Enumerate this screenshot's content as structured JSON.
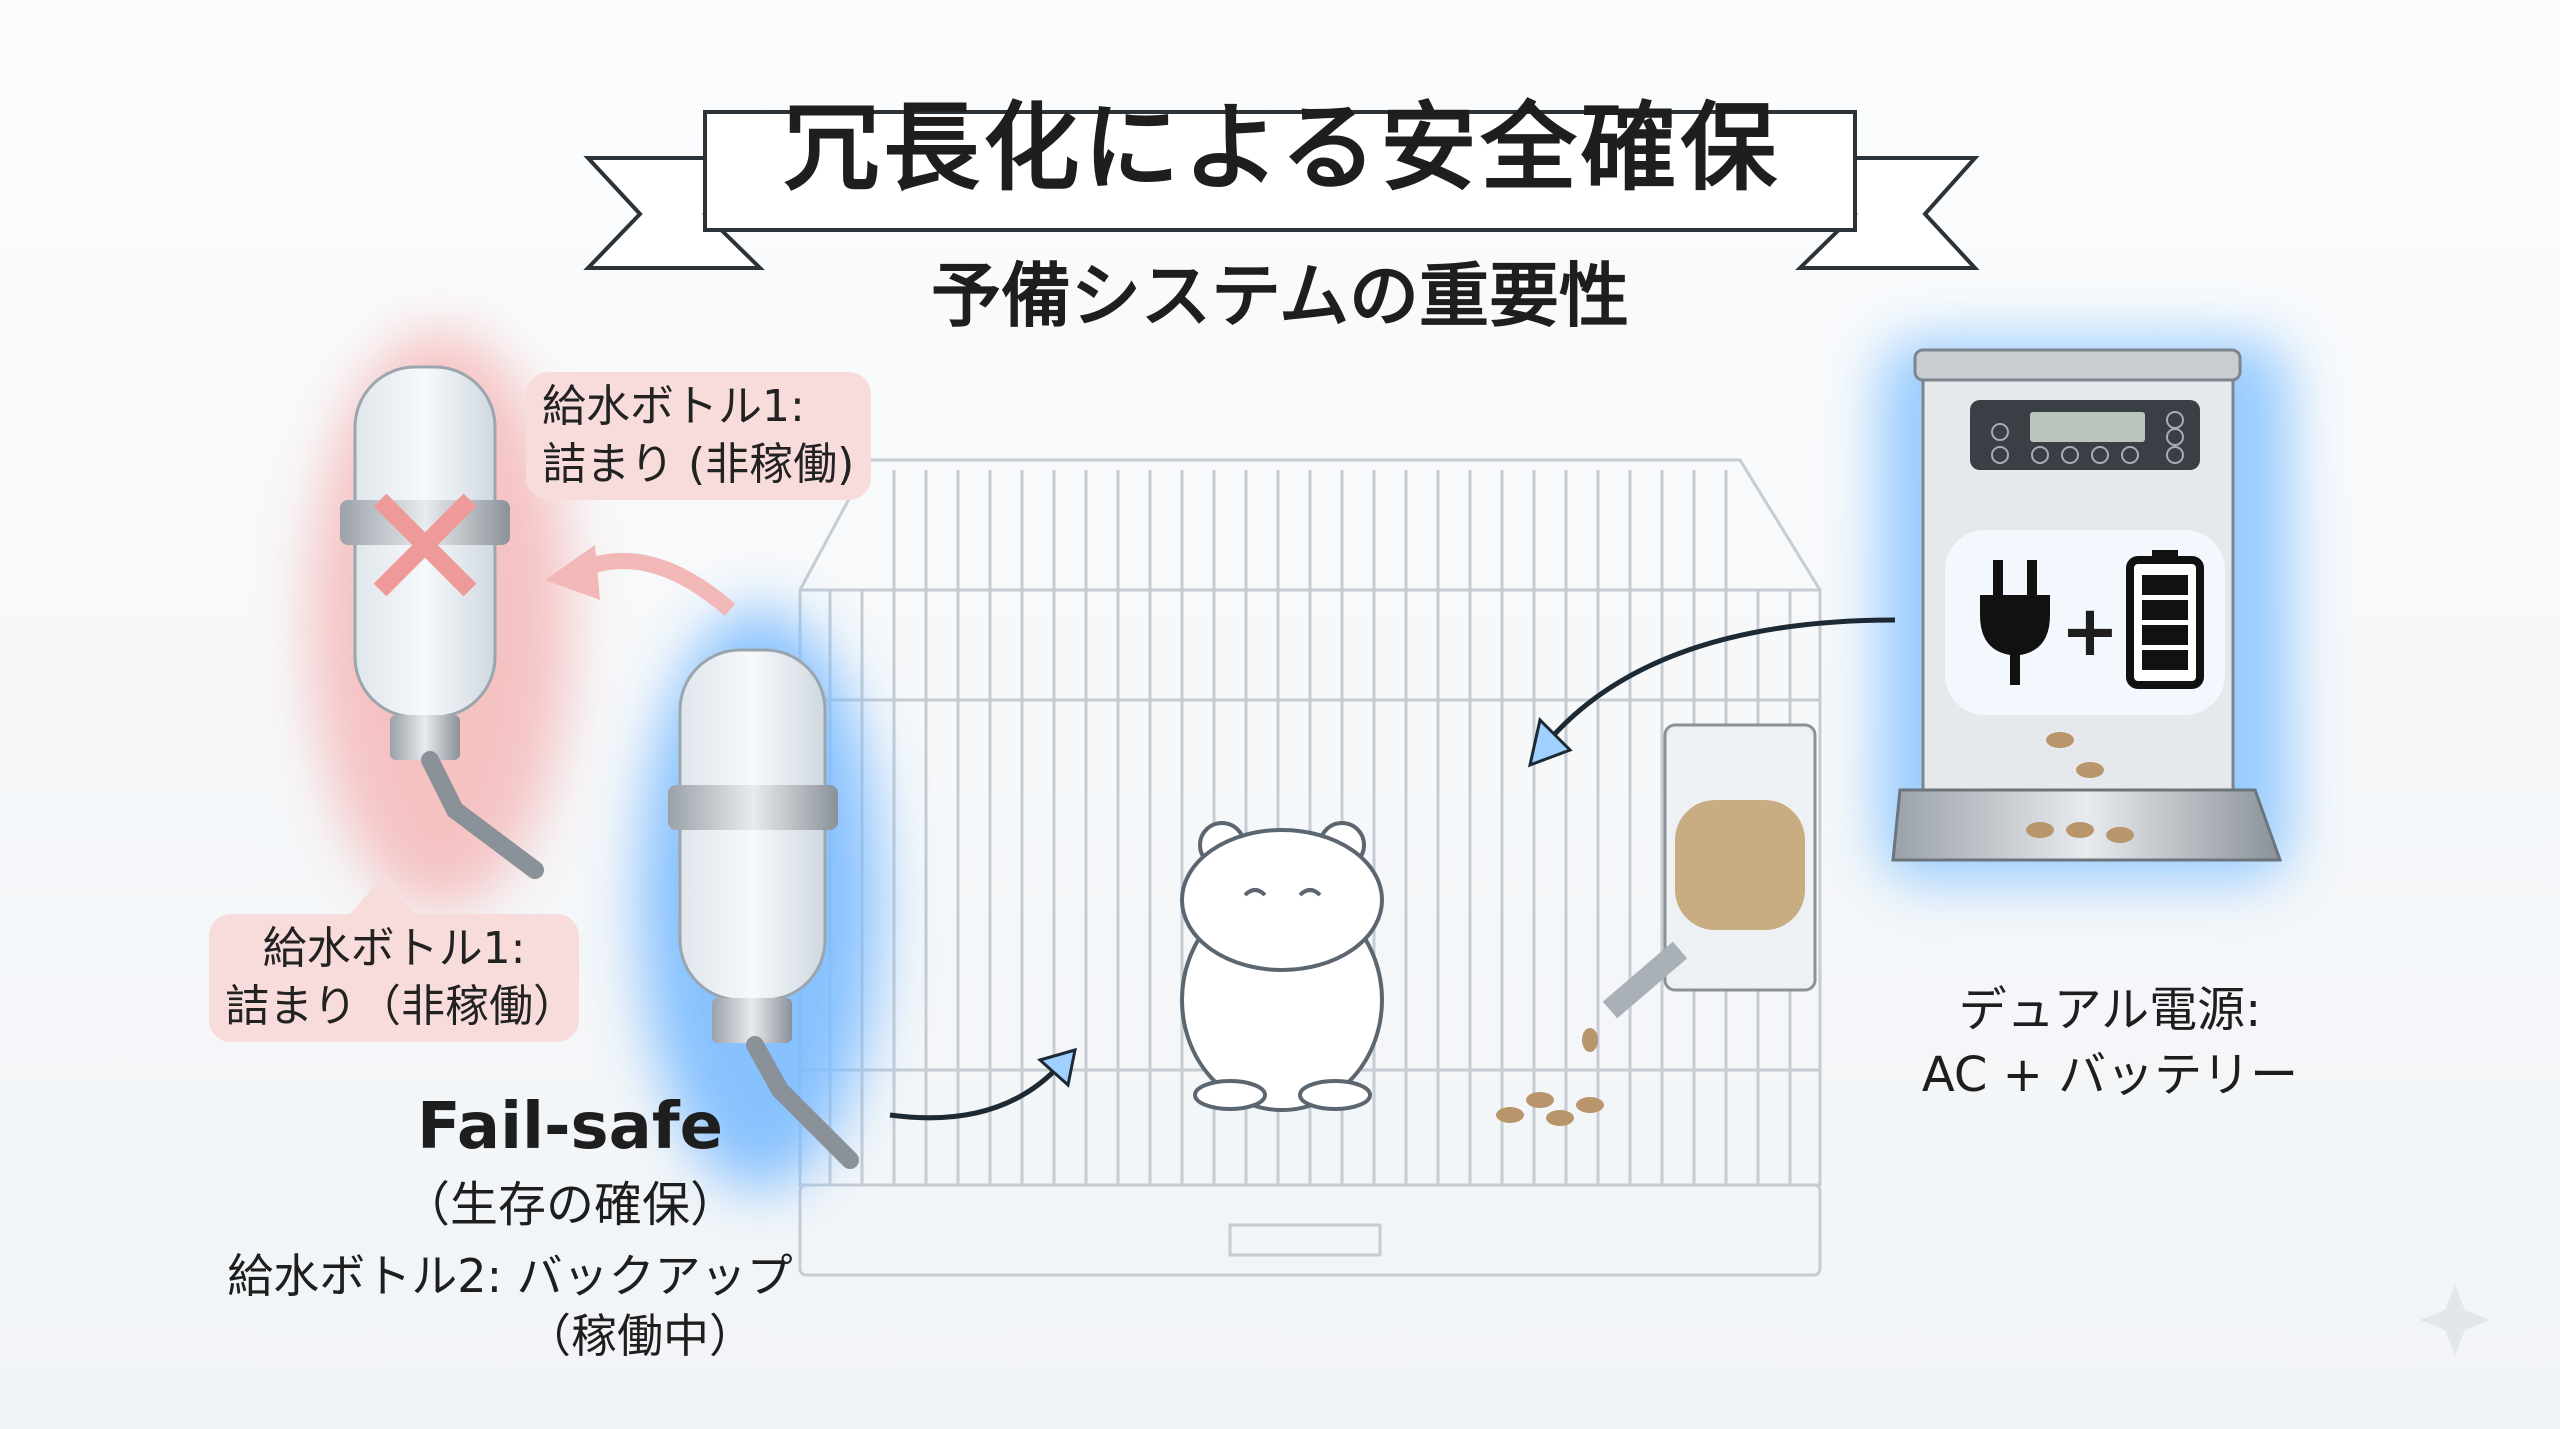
{
  "title": "冗長化による安全確保",
  "subtitle": "予備システムの重要性",
  "bottle1": {
    "label_top_line1": "給水ボトル1:",
    "label_top_line2": "詰まり (非稼働)",
    "label_bottom_line1": "給水ボトル1:",
    "label_bottom_line2": "詰まり（非稼働）"
  },
  "bottle2": {
    "heading": "Fail-safe",
    "heading_sub": "（生存の確保）",
    "label_line1": "給水ボトル2: バックアップ",
    "label_line2": "（稼働中）"
  },
  "feeder": {
    "label_line1": "デュアル電源:",
    "label_line2": "AC + バッテリー",
    "plus": "+"
  },
  "colors": {
    "failure": "#e88a8a",
    "active": "#6fb4ff",
    "ink": "#1e1e1e"
  }
}
